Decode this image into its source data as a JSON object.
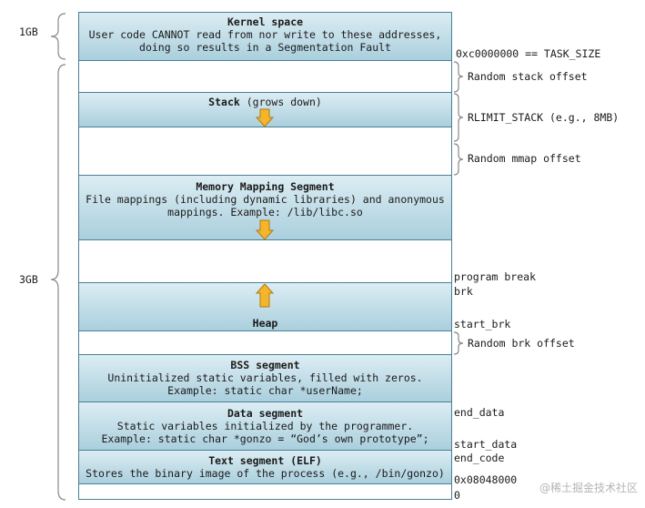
{
  "left_labels": {
    "kernel_size": "1GB",
    "user_size": "3GB"
  },
  "segments": {
    "kernel": {
      "title": "Kernel space",
      "desc1": "User code CANNOT read from nor write to these addresses,",
      "desc2": "doing so results in a Segmentation Fault"
    },
    "stack": {
      "title": "Stack",
      "note": "(grows down)"
    },
    "mmap": {
      "title": "Memory Mapping Segment",
      "desc1": "File mappings (including dynamic libraries) and anonymous",
      "desc2": "mappings. Example: /lib/libc.so"
    },
    "heap": {
      "title": "Heap"
    },
    "bss": {
      "title": "BSS segment",
      "desc1": "Uninitialized static variables, filled with zeros.",
      "desc2": "Example: static char *userName;"
    },
    "data": {
      "title": "Data segment",
      "desc1": "Static variables initialized by the programmer.",
      "desc2": "Example: static char *gonzo = “God’s own prototype”;"
    },
    "text": {
      "title": "Text segment (ELF)",
      "desc1": "Stores the binary image of the process (e.g., /bin/gonzo)"
    }
  },
  "right_labels": {
    "task_size": "0xc0000000 == TASK_SIZE",
    "random_stack": "Random stack offset",
    "rlimit": "RLIMIT_STACK (e.g., 8MB)",
    "random_mmap": "Random mmap offset",
    "program_break": "program break",
    "brk": "brk",
    "start_brk": "start_brk",
    "random_brk": "Random brk offset",
    "end_data": "end_data",
    "start_data": "start_data",
    "end_code": "end_code",
    "text_start": "0x08048000",
    "zero": "0"
  },
  "watermark": "@稀土掘金技术社区",
  "colors": {
    "segment_fill": "#aacfdd",
    "segment_border": "#4b7f95",
    "arrow_fill": "#f5b52b",
    "arrow_stroke": "#b07a10"
  }
}
